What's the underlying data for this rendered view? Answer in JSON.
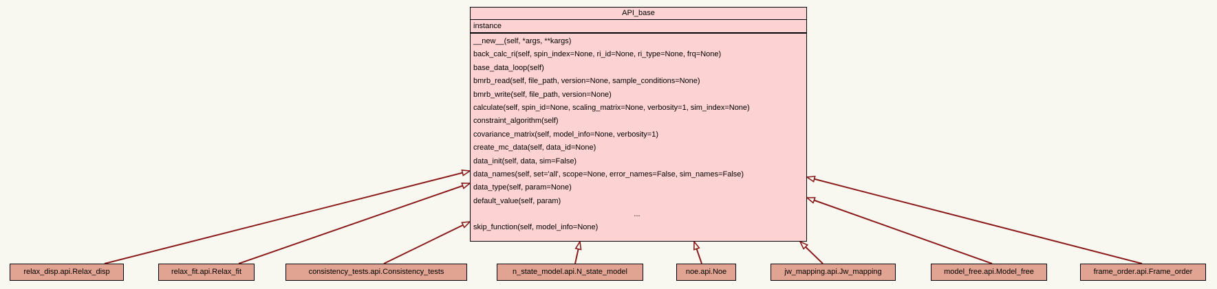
{
  "diagram": {
    "colors": {
      "base_fill": "#fcd2d2",
      "subclass_fill": "#e2a492",
      "edge": "#8b1a1a",
      "border": "#000000",
      "background": "#f8f8f1"
    },
    "base_class": {
      "title": "API_base",
      "attributes": [
        "instance"
      ],
      "methods": [
        "__new__(self, *args, **kargs)",
        "back_calc_ri(self, spin_index=None, ri_id=None, ri_type=None, frq=None)",
        "base_data_loop(self)",
        "bmrb_read(self, file_path, version=None, sample_conditions=None)",
        "bmrb_write(self, file_path, version=None)",
        "calculate(self, spin_id=None, scaling_matrix=None, verbosity=1, sim_index=None)",
        "constraint_algorithm(self)",
        "covariance_matrix(self, model_info=None, verbosity=1)",
        "create_mc_data(self, data_id=None)",
        "data_init(self, data, sim=False)",
        "data_names(self, set='all', scope=None, error_names=False, sim_names=False)",
        "data_type(self, param=None)",
        "default_value(self, param)",
        "...",
        "skip_function(self, model_info=None)"
      ]
    },
    "subclasses": [
      {
        "id": "relax_disp",
        "label": "relax_disp.api.Relax_disp"
      },
      {
        "id": "relax_fit",
        "label": "relax_fit.api.Relax_fit"
      },
      {
        "id": "consistency_tests",
        "label": "consistency_tests.api.Consistency_tests"
      },
      {
        "id": "n_state_model",
        "label": "n_state_model.api.N_state_model"
      },
      {
        "id": "noe",
        "label": "noe.api.Noe"
      },
      {
        "id": "jw_mapping",
        "label": "jw_mapping.api.Jw_mapping"
      },
      {
        "id": "model_free",
        "label": "model_free.api.Model_free"
      },
      {
        "id": "frame_order",
        "label": "frame_order.api.Frame_order"
      }
    ],
    "edges": [
      {
        "from": "relax_disp",
        "to": "API_base",
        "type": "inheritance"
      },
      {
        "from": "relax_fit",
        "to": "API_base",
        "type": "inheritance"
      },
      {
        "from": "consistency_tests",
        "to": "API_base",
        "type": "inheritance"
      },
      {
        "from": "n_state_model",
        "to": "API_base",
        "type": "inheritance"
      },
      {
        "from": "noe",
        "to": "API_base",
        "type": "inheritance"
      },
      {
        "from": "jw_mapping",
        "to": "API_base",
        "type": "inheritance"
      },
      {
        "from": "model_free",
        "to": "API_base",
        "type": "inheritance"
      },
      {
        "from": "frame_order",
        "to": "API_base",
        "type": "inheritance"
      }
    ]
  }
}
